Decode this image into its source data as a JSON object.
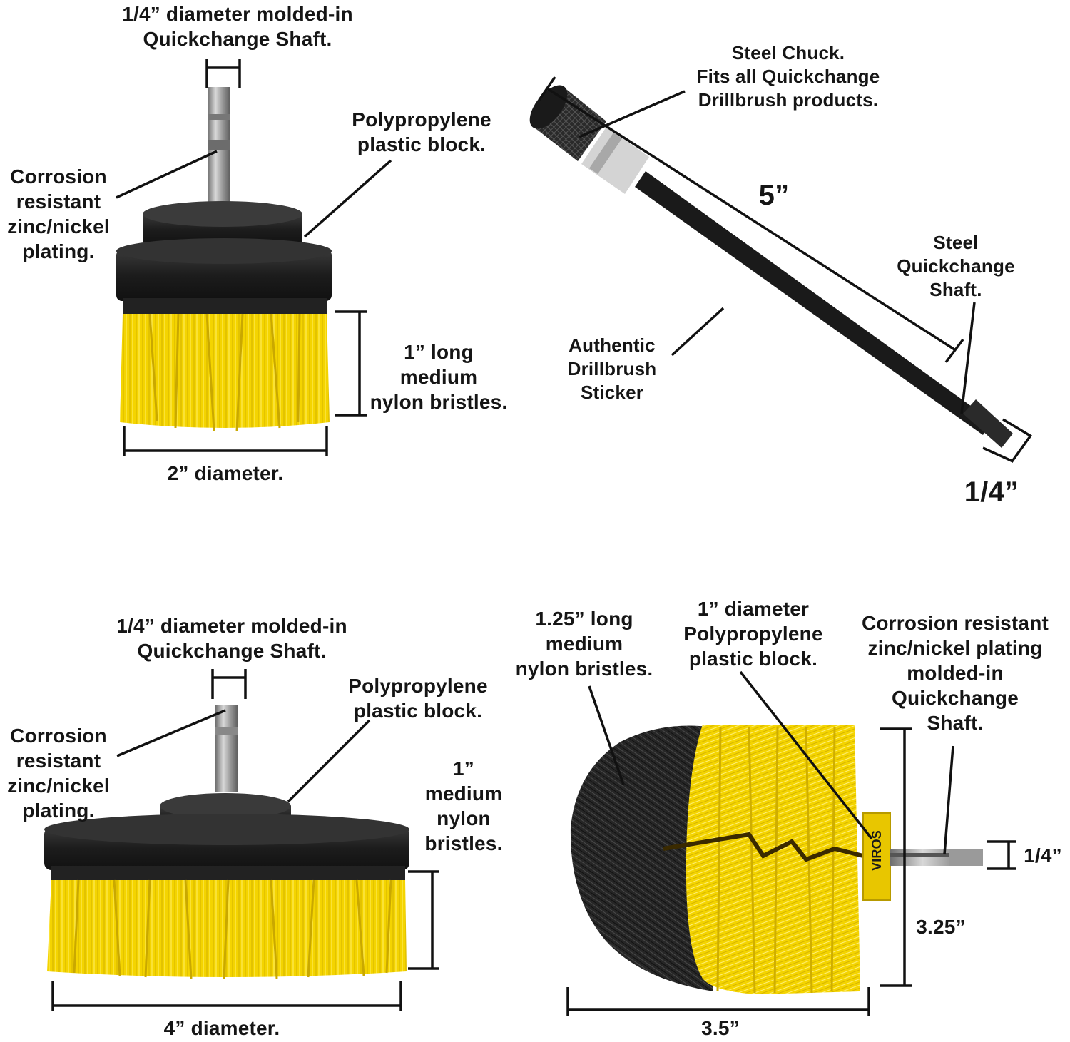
{
  "colors": {
    "bristle_yellow": "#f4d400",
    "bristle_shadow": "#c9a800",
    "block_black": "#1e1e1e",
    "black_bristle": "#222222",
    "shaft_steel": "#a9a9a9",
    "brand_label": "#e8c600"
  },
  "brush_2in": {
    "shaft_label": [
      "1/4” diameter molded-in",
      "Quickchange Shaft."
    ],
    "block_label": [
      "Polypropylene",
      "plastic block."
    ],
    "plating_label": [
      "Corrosion",
      "resistant",
      "zinc/nickel",
      "plating."
    ],
    "bristle_label": [
      "1” long",
      "medium",
      "nylon bristles."
    ],
    "diameter_label": "2” diameter."
  },
  "extension": {
    "chuck_label": [
      "Steel Chuck.",
      "Fits all Quickchange",
      "Drillbrush products."
    ],
    "length_label": "5”",
    "shaft_label": [
      "Steel",
      "Quickchange",
      "Shaft."
    ],
    "sticker_label": [
      "Authentic",
      "Drillbrush",
      "Sticker"
    ],
    "shaft_size_label": "1/4”"
  },
  "brush_4in": {
    "shaft_label": [
      "1/4” diameter molded-in",
      "Quickchange Shaft."
    ],
    "block_label": [
      "Polypropylene",
      "plastic block."
    ],
    "plating_label": [
      "Corrosion",
      "resistant",
      "zinc/nickel",
      "plating."
    ],
    "bristle_label": [
      "1”",
      "medium",
      "nylon",
      "bristles."
    ],
    "diameter_label": "4” diameter."
  },
  "round_brush": {
    "bristle_label": [
      "1.25” long",
      "medium",
      "nylon bristles."
    ],
    "block_label": [
      "1” diameter",
      "Polypropylene",
      "plastic block."
    ],
    "plating_label": [
      "Corrosion resistant",
      "zinc/nickel plating",
      "molded-in",
      "Quickchange",
      "Shaft."
    ],
    "shaft_size_label": "1/4”",
    "height_label": "3.25”",
    "length_label": "3.5”",
    "brand_text": "VIROS"
  }
}
